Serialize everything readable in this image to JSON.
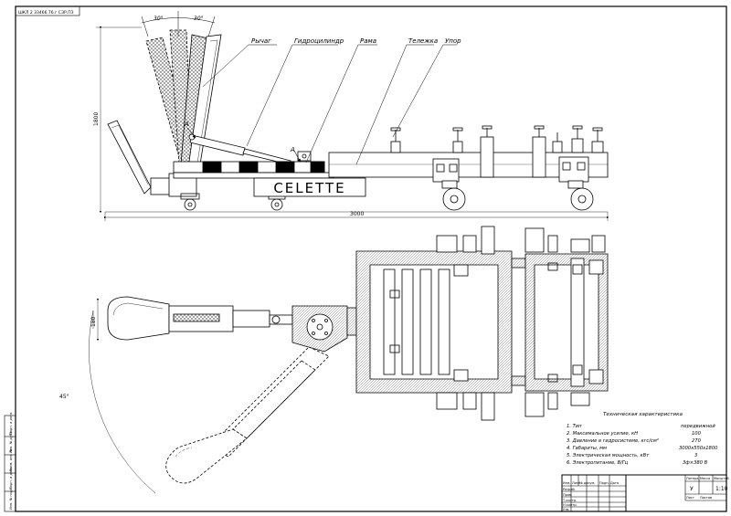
{
  "corner_stamp": "ШКЛ 2 33466.76.г СЭР.ПЗ",
  "angles": {
    "left": "30°",
    "right": "30°"
  },
  "swing_angle": "45°",
  "dimensions": {
    "height": "1800",
    "length": "3000",
    "arm_width": "180"
  },
  "callouts": {
    "lever": "Рычаг",
    "hydro": "Гидроцилиндр",
    "frame": "Рама",
    "cart": "Тележка",
    "stop": "Упор"
  },
  "section_mark": "A",
  "brand": "CELETTE",
  "specs": {
    "title": "Техническая характеристика",
    "rows": [
      {
        "label": "1. Тип",
        "value": "передвижной"
      },
      {
        "label": "2. Максимальное усилие, кН",
        "value": "100"
      },
      {
        "label": "3. Давление в гидросистеме, кгс/см²",
        "value": "270"
      },
      {
        "label": "4. Габариты, мм",
        "value": "3000х550х1800"
      },
      {
        "label": "5. Электрическая мощность, кВт",
        "value": "3"
      },
      {
        "label": "6. Электропитание, В/Гц",
        "value": "3ф×380 В"
      }
    ]
  },
  "title_block": {
    "headers": [
      "Изм.",
      "Лист",
      "№ докум.",
      "Подп.",
      "Дата"
    ],
    "roles": [
      "Разраб.",
      "Пров.",
      "Т.контр.",
      "Н.контр.",
      "Утв."
    ],
    "col_labels": [
      "Литера",
      "Масса",
      "Масштаб"
    ],
    "litera": "У",
    "scale": "1:10",
    "sheet": "Лист",
    "sheets": "Листов"
  },
  "side_stamp": [
    "Инв. № подл.",
    "Подп. и дата",
    "Взам. инв. №",
    "Инв. № дубл.",
    "Подп. и дата"
  ]
}
